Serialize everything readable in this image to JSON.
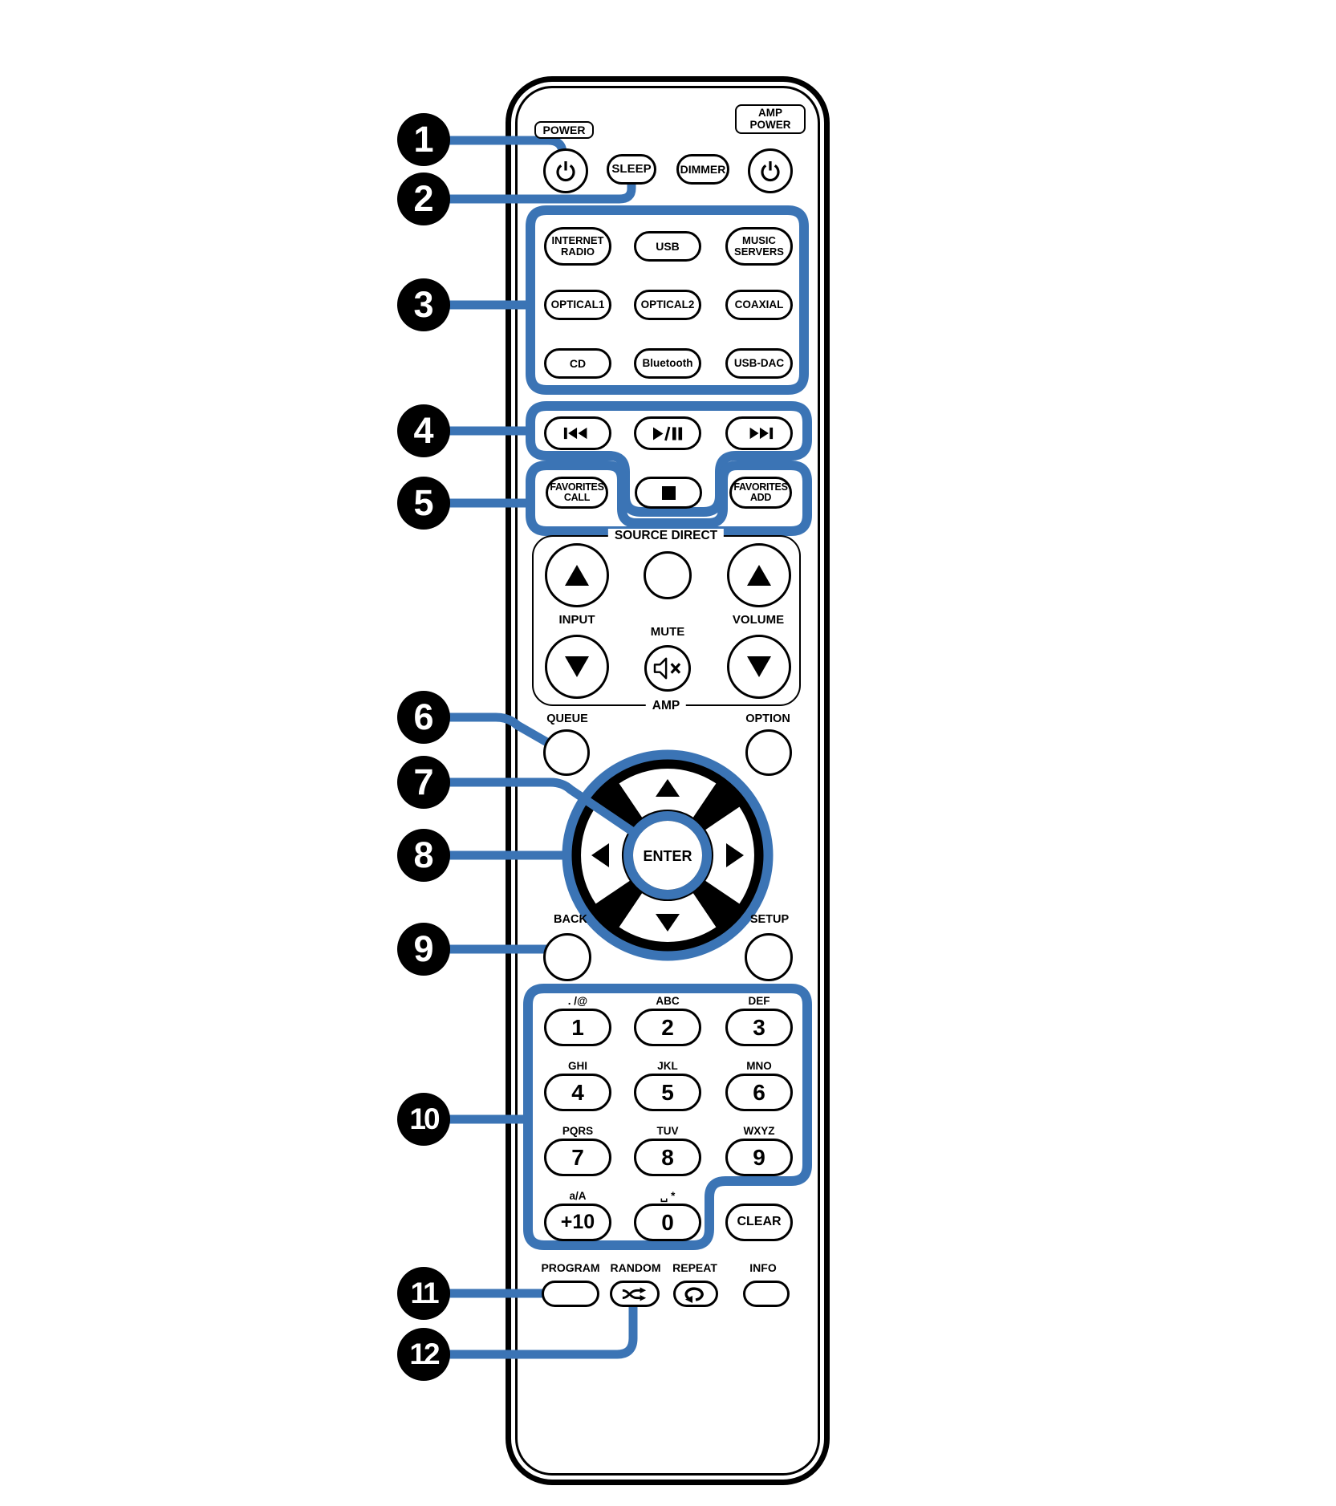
{
  "colors": {
    "accent": "#3B74B5",
    "ink": "#000000"
  },
  "callouts": [
    "1",
    "2",
    "3",
    "4",
    "5",
    "6",
    "7",
    "8",
    "9",
    "10",
    "11",
    "12"
  ],
  "top": {
    "power_label": "POWER",
    "sleep": "SLEEP",
    "dimmer": "DIMMER",
    "amp_power_label": "AMP\nPOWER"
  },
  "sources": {
    "internet_radio": "INTERNET\nRADIO",
    "usb": "USB",
    "music_servers": "MUSIC\nSERVERS",
    "optical1": "OPTICAL1",
    "optical2": "OPTICAL2",
    "coaxial": "COAXIAL",
    "cd": "CD",
    "bluetooth": "Bluetooth",
    "usb_dac": "USB-DAC"
  },
  "favorites": {
    "call": "FAVORITES\nCALL",
    "add": "FAVORITES\nADD"
  },
  "amp": {
    "title": "SOURCE DIRECT",
    "input": "INPUT",
    "mute": "MUTE",
    "volume": "VOLUME",
    "amp": "AMP"
  },
  "nav": {
    "queue": "QUEUE",
    "option": "OPTION",
    "enter": "ENTER",
    "back": "BACK",
    "setup": "SETUP"
  },
  "keypad": {
    "keys": [
      {
        "letters": ". /@",
        "digit": "1"
      },
      {
        "letters": "ABC",
        "digit": "2"
      },
      {
        "letters": "DEF",
        "digit": "3"
      },
      {
        "letters": "GHI",
        "digit": "4"
      },
      {
        "letters": "JKL",
        "digit": "5"
      },
      {
        "letters": "MNO",
        "digit": "6"
      },
      {
        "letters": "PQRS",
        "digit": "7"
      },
      {
        "letters": "TUV",
        "digit": "8"
      },
      {
        "letters": "WXYZ",
        "digit": "9"
      },
      {
        "letters": "a/A",
        "digit": "+10"
      },
      {
        "letters": "␣ *",
        "digit": "0"
      }
    ],
    "clear": "CLEAR"
  },
  "bottom": {
    "program": "PROGRAM",
    "random": "RANDOM",
    "repeat": "REPEAT",
    "info": "INFO"
  },
  "icons": [
    "power-icon",
    "skip-back-icon",
    "play-pause-icon",
    "skip-forward-icon",
    "stop-icon",
    "mute-icon",
    "up-triangle-icon",
    "down-triangle-icon",
    "shuffle-icon",
    "repeat-icon",
    "dpad-arrow-icons"
  ]
}
